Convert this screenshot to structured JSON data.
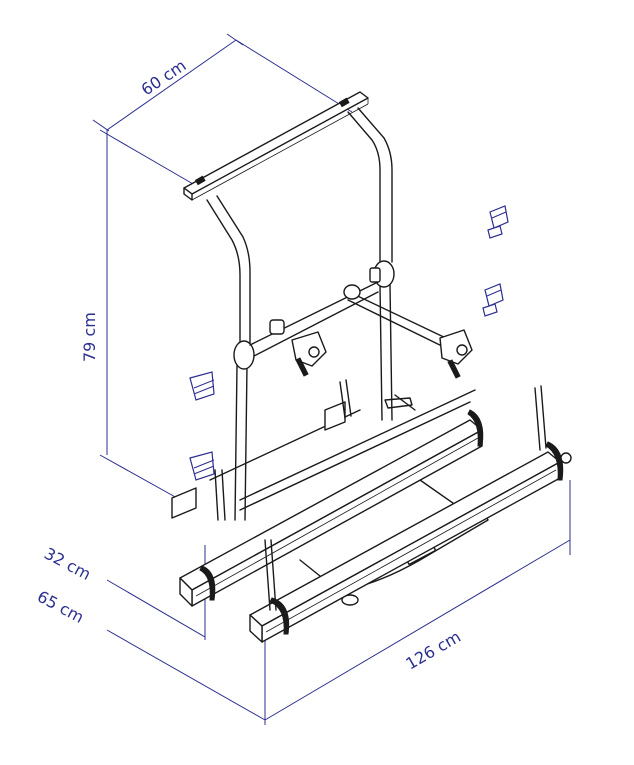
{
  "dimensions": {
    "depth_top": "60 cm",
    "height": "79 cm",
    "depth_near": "32 cm",
    "depth_far": "65 cm",
    "width": "126 cm"
  },
  "colors": {
    "dimension_lines": "#2b2f8f",
    "drawing_lines": "#1a1a1a",
    "background": "#ffffff"
  },
  "icons": {
    "mounting_bracket": "bracket-icon",
    "strap_clamp": "strap-icon"
  }
}
